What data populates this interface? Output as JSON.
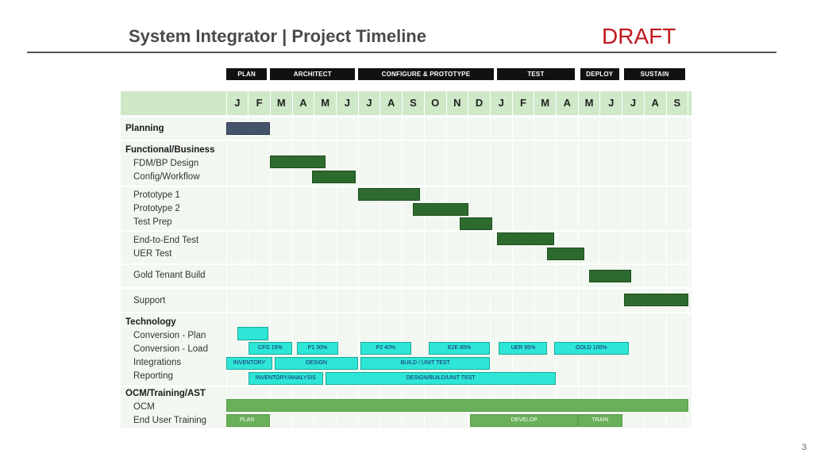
{
  "page": {
    "title": "System Integrator | Project Timeline",
    "draft": "DRAFT",
    "page_number": "3"
  },
  "phases": [
    "PLAN",
    "ARCHITECT",
    "CONFIGURE & PROTOTYPE",
    "TEST",
    "DEPLOY",
    "SUSTAIN"
  ],
  "months": [
    "J",
    "F",
    "M",
    "A",
    "M",
    "J",
    "J",
    "A",
    "S",
    "O",
    "N",
    "D",
    "J",
    "F",
    "M",
    "A",
    "M",
    "J",
    "J",
    "A",
    "S"
  ],
  "row_labels": [
    {
      "text": "Planning",
      "heading": true
    },
    {
      "text": "Functional/Business",
      "heading": true
    },
    {
      "text": "FDM/BP Design",
      "heading": false
    },
    {
      "text": "Config/Workflow",
      "heading": false
    },
    {
      "text": "Prototype 1",
      "heading": false
    },
    {
      "text": "Prototype 2",
      "heading": false
    },
    {
      "text": "Test Prep",
      "heading": false
    },
    {
      "text": "End-to-End Test",
      "heading": false
    },
    {
      "text": "UER Test",
      "heading": false
    },
    {
      "text": "Gold Tenant Build",
      "heading": false
    },
    {
      "text": "Support",
      "heading": false
    },
    {
      "text": "Technology",
      "heading": true
    },
    {
      "text": "Conversion - Plan",
      "heading": false
    },
    {
      "text": "Conversion - Load",
      "heading": false
    },
    {
      "text": "Integrations",
      "heading": false
    },
    {
      "text": "Reporting",
      "heading": false
    },
    {
      "text": "OCM/Training/AST",
      "heading": true
    },
    {
      "text": "OCM",
      "heading": false
    },
    {
      "text": "End User Training",
      "heading": false
    }
  ],
  "chart_data": {
    "type": "gantt",
    "time_unit": "month",
    "months": [
      "J",
      "F",
      "M",
      "A",
      "M",
      "J",
      "J",
      "A",
      "S",
      "O",
      "N",
      "D",
      "J",
      "F",
      "M",
      "A",
      "M",
      "J",
      "J",
      "A",
      "S"
    ],
    "phases": [
      {
        "label": "PLAN",
        "start": 0.0,
        "end": 2.0
      },
      {
        "label": "ARCHITECT",
        "start": 2.0,
        "end": 6.0
      },
      {
        "label": "CONFIGURE & PROTOTYPE",
        "start": 6.0,
        "end": 12.3
      },
      {
        "label": "TEST",
        "start": 12.3,
        "end": 16.0
      },
      {
        "label": "DEPLOY",
        "start": 16.1,
        "end": 18.0
      },
      {
        "label": "SUSTAIN",
        "start": 18.1,
        "end": 21.0
      }
    ],
    "tasks": [
      {
        "row": "Planning",
        "start": 0.0,
        "end": 2.0,
        "label": "",
        "color": "#44546a"
      },
      {
        "row": "FDM/BP Design",
        "start": 2.0,
        "end": 4.5,
        "label": "",
        "color": "#2d6a2e"
      },
      {
        "row": "Config/Workflow",
        "start": 3.9,
        "end": 5.9,
        "label": "",
        "color": "#2d6a2e"
      },
      {
        "row": "Prototype 1",
        "start": 6.0,
        "end": 8.8,
        "label": "",
        "color": "#2d6a2e"
      },
      {
        "row": "Prototype 2",
        "start": 8.5,
        "end": 11.0,
        "label": "",
        "color": "#2d6a2e"
      },
      {
        "row": "Test Prep",
        "start": 10.6,
        "end": 12.1,
        "label": "",
        "color": "#2d6a2e"
      },
      {
        "row": "End-to-End Test",
        "start": 12.3,
        "end": 14.9,
        "label": "",
        "color": "#2d6a2e"
      },
      {
        "row": "UER Test",
        "start": 14.6,
        "end": 16.3,
        "label": "",
        "color": "#2d6a2e"
      },
      {
        "row": "Gold Tenant Build",
        "start": 16.5,
        "end": 18.4,
        "label": "",
        "color": "#2d6a2e"
      },
      {
        "row": "Support",
        "start": 18.1,
        "end": 21.0,
        "label": "",
        "color": "#2d6a2e"
      },
      {
        "row": "Conversion - Plan",
        "start": 0.5,
        "end": 1.9,
        "label": "",
        "color": "#2ee6d6"
      },
      {
        "row": "Conversion - Load",
        "start": 1.0,
        "end": 3.0,
        "label": "CFG 15%",
        "color": "#2ee6d6"
      },
      {
        "row": "Conversion - Load",
        "start": 3.2,
        "end": 5.1,
        "label": "P1 30%",
        "color": "#2ee6d6"
      },
      {
        "row": "Conversion - Load",
        "start": 6.1,
        "end": 8.4,
        "label": "P2 40%",
        "color": "#2ee6d6"
      },
      {
        "row": "Conversion - Load",
        "start": 9.2,
        "end": 12.0,
        "label": "E2E 85%",
        "color": "#2ee6d6"
      },
      {
        "row": "Conversion - Load",
        "start": 12.4,
        "end": 14.6,
        "label": "UER 95%",
        "color": "#2ee6d6"
      },
      {
        "row": "Conversion - Load",
        "start": 14.9,
        "end": 18.3,
        "label": "GOLD 100%",
        "color": "#2ee6d6"
      },
      {
        "row": "Integrations",
        "start": 0.0,
        "end": 2.1,
        "label": "INVENTORY",
        "color": "#2ee6d6"
      },
      {
        "row": "Integrations",
        "start": 2.2,
        "end": 6.0,
        "label": "DESIGN",
        "color": "#2ee6d6"
      },
      {
        "row": "Integrations",
        "start": 6.1,
        "end": 12.0,
        "label": "BUILD / UNIT TEST",
        "color": "#2ee6d6"
      },
      {
        "row": "Reporting",
        "start": 1.0,
        "end": 4.4,
        "label": "INVENTORY/ANALYSIS",
        "color": "#2ee6d6"
      },
      {
        "row": "Reporting",
        "start": 4.5,
        "end": 15.0,
        "label": "DESIGN/BUILD/UNIT TEST",
        "color": "#2ee6d6"
      },
      {
        "row": "OCM",
        "start": 0.0,
        "end": 21.0,
        "label": "",
        "color": "#6aaf5a"
      },
      {
        "row": "End User Training",
        "start": 0.0,
        "end": 2.0,
        "label": "PLAN",
        "color": "#6aaf5a"
      },
      {
        "row": "End User Training",
        "start": 11.1,
        "end": 16.0,
        "label": "DEVELOP",
        "color": "#6aaf5a"
      },
      {
        "row": "End User Training",
        "start": 16.0,
        "end": 18.0,
        "label": "TRAIN",
        "color": "#6aaf5a"
      }
    ]
  }
}
